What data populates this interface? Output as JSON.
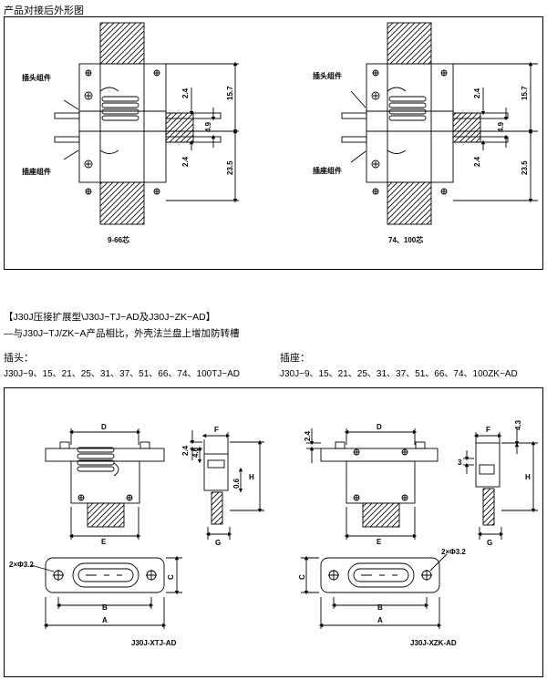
{
  "top_section": {
    "title": "产品对接后外形图",
    "left": {
      "insert_label": "插头组件",
      "socket_label": "插座组件",
      "caption": "9-66芯",
      "dims": {
        "d1": "2.4",
        "d2": "15.7",
        "d3": "4.9",
        "d4": "2.4",
        "d5": "23.5"
      }
    },
    "right": {
      "insert_label": "插头组件",
      "socket_label": "插座组件",
      "caption": "74、100芯",
      "dims": {
        "d1": "2.4",
        "d2": "15.7",
        "d3": "4.9",
        "d4": "2.4",
        "d5": "23.5"
      }
    }
  },
  "bottom_section": {
    "heading": "【J30J压接扩展型\\J30J−TJ−AD及J30J−ZK−AD】",
    "subheading": "—与J30J−TJ/ZK−A产品相比，外壳法兰盘上增加防转槽",
    "plug": {
      "label": "插头：",
      "models": "J30J−9、15、21、25、31、37、51、66、74、100TJ−AD"
    },
    "socket": {
      "label": "插座：",
      "models": "J30J−9、15、21、25、31、37、51、66、74、100ZK−AD"
    },
    "left_drawing": {
      "D": "D",
      "E": "E",
      "F": "F",
      "G": "G",
      "H": "H",
      "d24": "2.4",
      "d46": "4.6",
      "d06": "0.6",
      "hole": "2×Φ3.2",
      "A": "A",
      "B": "B",
      "C": "C",
      "caption": "J30J-XTJ-AD"
    },
    "right_drawing": {
      "D": "D",
      "E": "E",
      "F": "F",
      "G": "G",
      "H": "H",
      "d24": "2.4",
      "d43": "4.3",
      "d3": "3",
      "hole": "2×Φ3.2",
      "A": "A",
      "B": "B",
      "C": "C",
      "caption": "J30J-XZK-AD"
    }
  }
}
